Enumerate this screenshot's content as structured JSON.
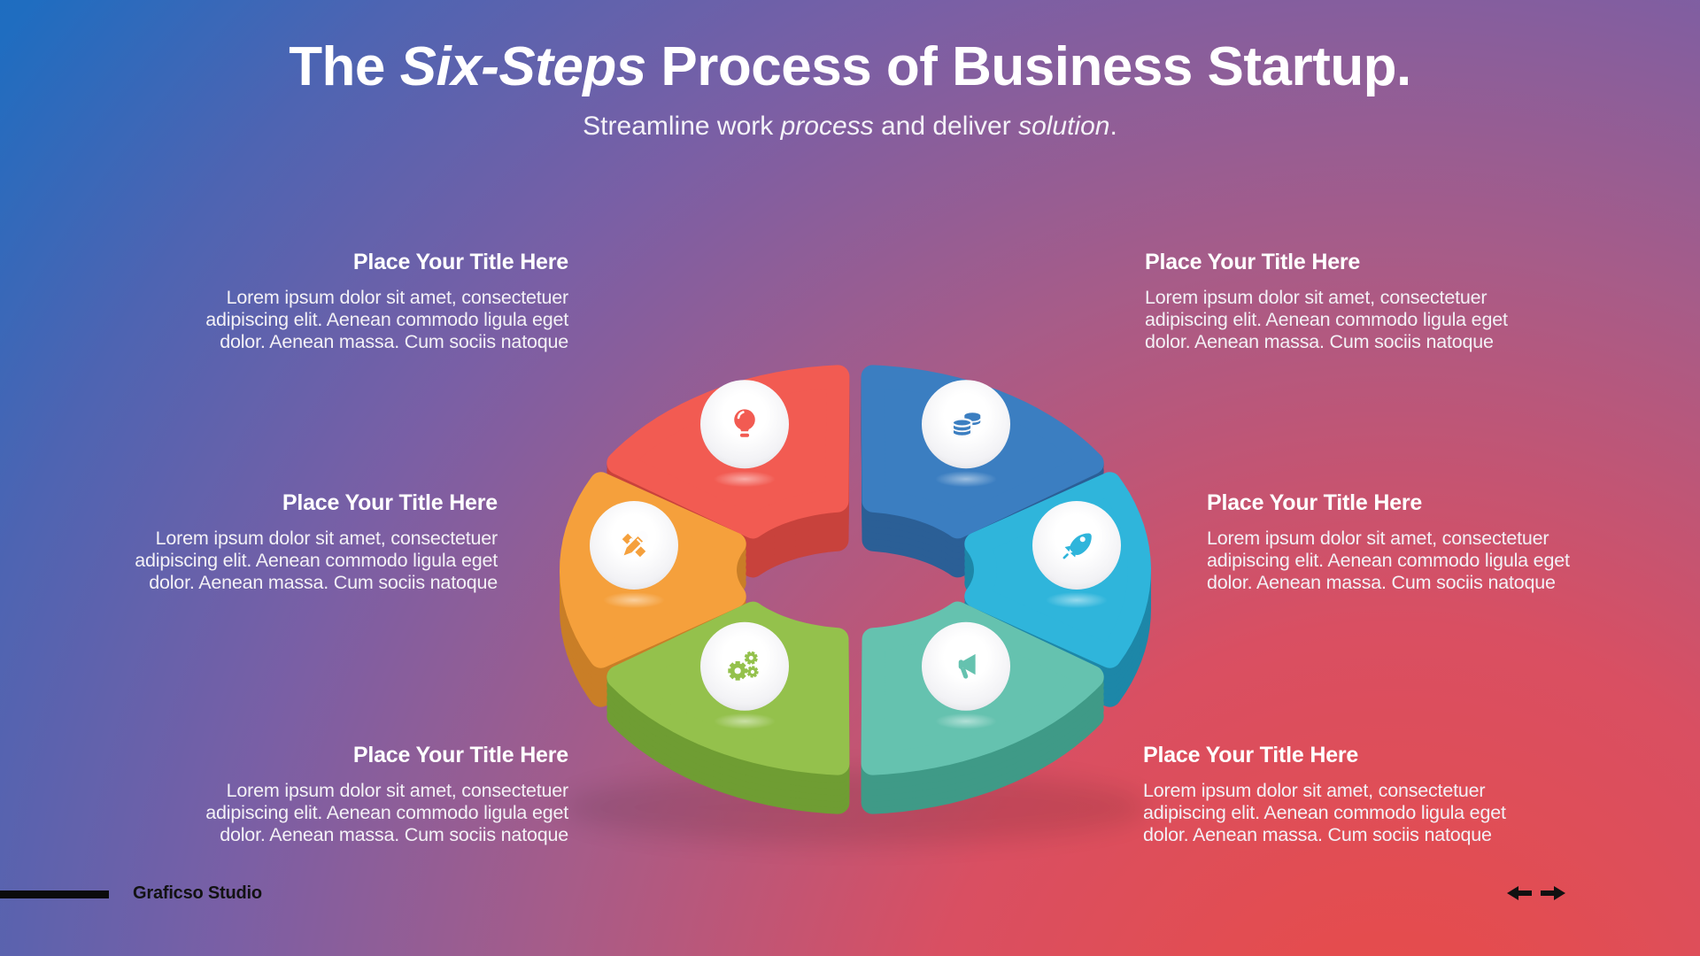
{
  "header": {
    "title_parts": [
      {
        "text": "The ",
        "italic": false
      },
      {
        "text": "Six-Steps",
        "italic": true
      },
      {
        "text": " Process of Business Startup.",
        "italic": false
      }
    ],
    "subtitle_parts": [
      {
        "text": "Streamline work ",
        "italic": false
      },
      {
        "text": "process",
        "italic": true
      },
      {
        "text": " and deliver ",
        "italic": false
      },
      {
        "text": "solution",
        "italic": true
      },
      {
        "text": ".",
        "italic": false
      }
    ]
  },
  "text_blocks": [
    {
      "position": "top-left",
      "align": "right",
      "title": "Place Your Title Here",
      "body_lines": [
        "Lorem ipsum dolor sit amet, consectetuer",
        "adipiscing elit. Aenean commodo ligula eget",
        "dolor. Aenean massa. Cum sociis natoque"
      ]
    },
    {
      "position": "top-right",
      "align": "left",
      "title": "Place Your Title Here",
      "body_lines": [
        "Lorem ipsum dolor sit amet, consectetuer",
        "adipiscing elit. Aenean commodo ligula eget",
        "dolor. Aenean massa. Cum sociis natoque"
      ]
    },
    {
      "position": "middle-left",
      "align": "right",
      "title": "Place Your Title Here",
      "body_lines": [
        "Lorem ipsum dolor sit amet, consectetuer",
        "adipiscing elit. Aenean commodo ligula eget",
        "dolor. Aenean massa. Cum sociis natoque"
      ]
    },
    {
      "position": "middle-right",
      "align": "left",
      "title": "Place Your Title Here",
      "body_lines": [
        "Lorem ipsum dolor sit amet, consectetuer",
        "adipiscing elit. Aenean commodo ligula eget",
        "dolor. Aenean massa. Cum sociis natoque"
      ]
    },
    {
      "position": "bottom-left",
      "align": "right",
      "title": "Place Your Title Here",
      "body_lines": [
        "Lorem ipsum dolor sit amet, consectetuer",
        "adipiscing elit. Aenean commodo ligula eget",
        "dolor. Aenean massa. Cum sociis natoque"
      ]
    },
    {
      "position": "bottom-right",
      "align": "left",
      "title": "Place Your Title Here",
      "body_lines": [
        "Lorem ipsum dolor sit amet, consectetuer",
        "adipiscing elit. Aenean commodo ligula eget",
        "dolor. Aenean massa. Cum sociis natoque"
      ]
    }
  ],
  "diagram": {
    "type": "six-segment-process-ring",
    "segments": [
      {
        "icon": "coins-icon",
        "face_color": "#3B7EC1",
        "side_color": "#2B5F96",
        "mid_angle": 60
      },
      {
        "icon": "lightbulb-icon",
        "face_color": "#F25B52",
        "side_color": "#C8423C",
        "mid_angle": 120
      },
      {
        "icon": "pencil-ruler-icon",
        "face_color": "#F5A03C",
        "side_color": "#C97E27",
        "mid_angle": 180
      },
      {
        "icon": "rocket-icon",
        "face_color": "#2FB5DB",
        "side_color": "#1D87A8",
        "mid_angle": 0
      },
      {
        "icon": "gears-icon",
        "face_color": "#94C14C",
        "side_color": "#6F9D33",
        "mid_angle": 240
      },
      {
        "icon": "megaphone-icon",
        "face_color": "#65C2AF",
        "side_color": "#3F9A87",
        "mid_angle": 300
      }
    ]
  },
  "footer": {
    "brand": "Graficso Studio"
  },
  "navigation": {
    "prev_arrow": "left-arrow",
    "next_arrow": "right-arrow"
  },
  "background": {
    "corner_top_left": "#1B6EC1",
    "mid_purple": "#8A5C9E",
    "corner_bottom_right": "#E84C43"
  }
}
